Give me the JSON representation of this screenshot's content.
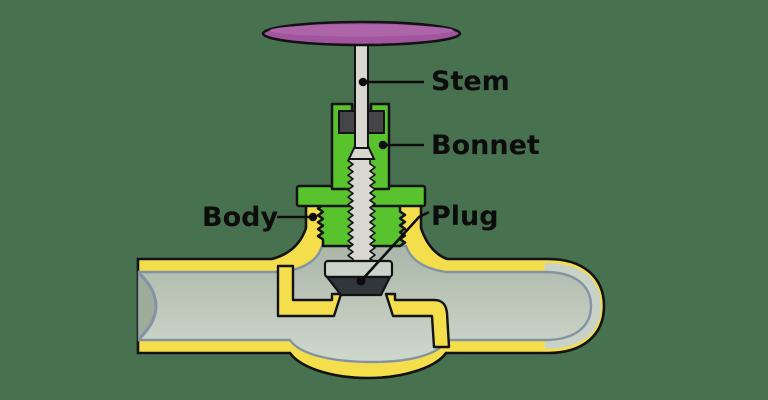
{
  "diagram": {
    "labels": {
      "stem": "Stem",
      "bonnet": "Bonnet",
      "body": "Body",
      "plug": "Plug"
    },
    "colors": {
      "background": "#47714F",
      "body_yellow": "#F4DE4B",
      "bonnet_green": "#58C32C",
      "handwheel_purple": "#A1559E",
      "handwheel_highlight": "#AD64A9",
      "stem_gray": "#D8D8D0",
      "packing_gray": "#454548",
      "plug_dark": "#31363A",
      "plug_seat_disc": "#CBD4CA",
      "cavity_top": "#A8B5A6",
      "cavity_bottom": "#D4DDD2",
      "cavity_edge": "#8493A3",
      "outline": "#121212",
      "label_text": "#0C0C0C"
    }
  }
}
